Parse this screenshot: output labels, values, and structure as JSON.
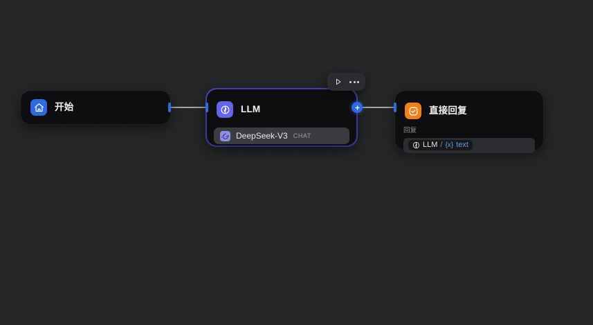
{
  "app": {
    "canvas_bg": "#252628",
    "accent_blue": "#2d6ae0",
    "selection_border": "#4a4fd4"
  },
  "nodes": {
    "start": {
      "title": "开始",
      "icon": "home-icon",
      "icon_bg": "#2d6ae0"
    },
    "llm": {
      "title": "LLM",
      "icon": "llm-icon",
      "icon_bg": "#6366e8",
      "model": {
        "logo": "deepseek-whale-icon",
        "name": "DeepSeek-V3",
        "badge": "CHAT"
      },
      "selected": true
    },
    "answer": {
      "title": "直接回复",
      "icon": "direct-answer-icon",
      "icon_bg": "#f08118",
      "field_label": "回复",
      "variable": {
        "source_icon": "llm-icon",
        "source": "LLM",
        "separator": "/",
        "type_tag": "{x}",
        "name": "text"
      }
    }
  },
  "toolbar": {
    "run_label": "run-node",
    "more_label": "more-options"
  }
}
